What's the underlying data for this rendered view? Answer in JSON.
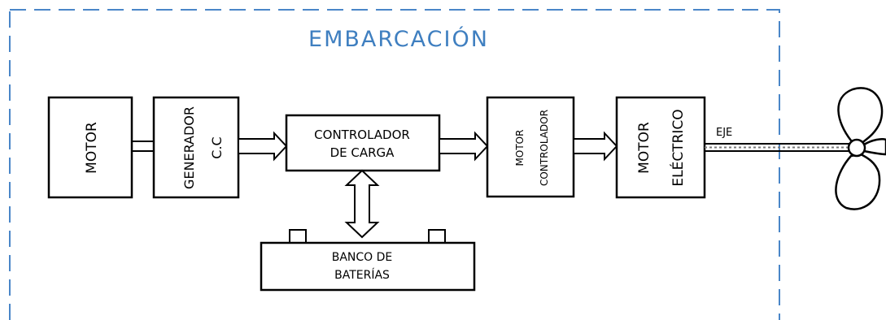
{
  "title": "EMBARCACIÓN",
  "blocks": {
    "motor": "MOTOR",
    "generador": [
      "GENERADOR",
      "C.C"
    ],
    "controlador_carga": [
      "CONTROLADOR",
      "DE CARGA"
    ],
    "motor_controlador": [
      "MOTOR",
      "CONTROLADOR"
    ],
    "motor_electrico": [
      "MOTOR",
      "ELÉCTRICO"
    ],
    "banco_baterias": [
      "BANCO DE",
      "BATERÍAS"
    ]
  },
  "shaft_label": "EJE",
  "colors": {
    "boundary": "#4a86c8",
    "title": "#3f7fc0",
    "lines": "#000000"
  },
  "icons": {
    "propeller": "propeller-icon"
  }
}
